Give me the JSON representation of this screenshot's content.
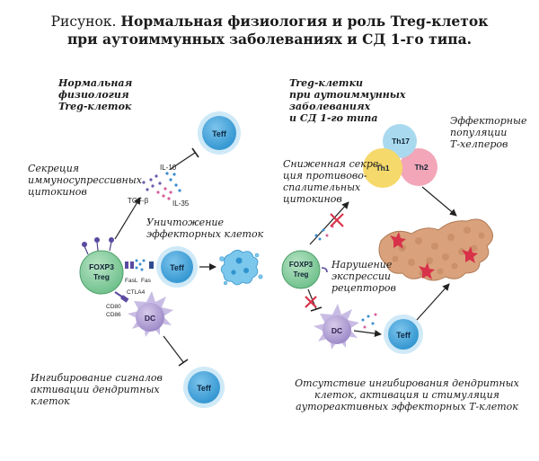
{
  "title": {
    "prefix": "Рисунок.",
    "line1": "Нормальная физиология и роль Treg-клеток",
    "line2": "при аутоиммунных заболеваниях и СД 1-го типа."
  },
  "left": {
    "heading": [
      "Нормальная",
      "физиология",
      "Treg-клеток"
    ],
    "secretion": [
      "Секреция",
      "иммуносупрессивных",
      "цитокинов"
    ],
    "destruction": [
      "Уничтожение",
      "эффекторных клеток"
    ],
    "inhibition": [
      "Ингибирование сигналов",
      "активации дендритных",
      "клеток"
    ],
    "cytokines": {
      "il10": "IL-10",
      "tgfb": "TGF-β",
      "il35": "IL-35"
    },
    "receptors": {
      "fasl": "FasL",
      "fas": "Fas",
      "ctla4": "CTLA4",
      "cd80": "CD80",
      "cd86": "CD86"
    }
  },
  "right": {
    "heading": [
      "Treg-клетки",
      "при аутоиммунных",
      "заболеваниях",
      "и СД 1-го типа"
    ],
    "reduced": [
      "Сниженная секре-",
      "ция противово-",
      "спалительных",
      "цитокинов"
    ],
    "effector_pop": [
      "Эффекторные",
      "популяции",
      "Т-хелперов"
    ],
    "receptor_disorder": [
      "Нарушение",
      "экспрессии",
      "рецепторов"
    ],
    "absence": [
      "Отсутствие ингибирования дендритных",
      "клеток, активация и стимуляция",
      "аутореактивных эффекторных Т-клеток"
    ]
  },
  "cells": {
    "teff": "Teff",
    "treg_top": "FOXP3",
    "treg_bottom": "Treg",
    "dc": "DC",
    "th1": "Th1",
    "th2": "Th2",
    "th17": "Th17"
  },
  "colors": {
    "teff_fill": "#4aa8dd",
    "teff_ring": "#cfe9f7",
    "treg_fill": "#8ccfa3",
    "dc_fill": "#b6a6d6",
    "th1_fill": "#f6d96b",
    "th2_fill": "#f2a6b8",
    "th17_fill": "#a9d9ef",
    "pancreas": "#d9a27c",
    "damage": "#d8324a"
  }
}
